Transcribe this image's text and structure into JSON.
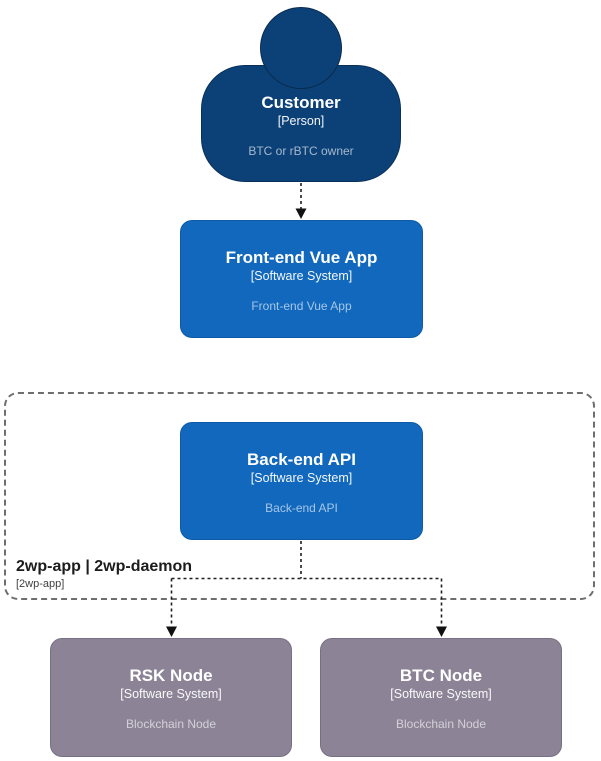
{
  "nodes": {
    "customer": {
      "title": "Customer",
      "type_label": "[Person]",
      "description": "BTC or rBTC owner"
    },
    "frontend": {
      "title": "Front-end Vue App",
      "type_label": "[Software System]",
      "description": "Front-end Vue App"
    },
    "backend": {
      "title": "Back-end API",
      "type_label": "[Software System]",
      "description": "Back-end API"
    },
    "rsk_node": {
      "title": "RSK Node",
      "type_label": "[Software System]",
      "description": "Blockchain Node"
    },
    "btc_node": {
      "title": "BTC Node",
      "type_label": "[Software System]",
      "description": "Blockchain Node"
    }
  },
  "boundary": {
    "title": "2wp-app | 2wp-daemon",
    "type_label": "[2wp-app]"
  },
  "edges": [
    {
      "from": "customer",
      "to": "frontend",
      "style": "dashed-arrow",
      "label": ""
    },
    {
      "from": "backend",
      "to": "rsk_node",
      "style": "dashed-arrow",
      "label": ""
    },
    {
      "from": "backend",
      "to": "btc_node",
      "style": "dashed-arrow",
      "label": ""
    }
  ],
  "colors": {
    "person_fill": "#0C4178",
    "software_system_fill": "#1168BD",
    "blockchain_node_fill": "#8C8496",
    "node_text": "#FFFFFF",
    "boundary_border": "#6E6E6E",
    "boundary_text": "#1C1C1C",
    "connector": "#1F1F1F",
    "background": "#FFFFFF"
  }
}
